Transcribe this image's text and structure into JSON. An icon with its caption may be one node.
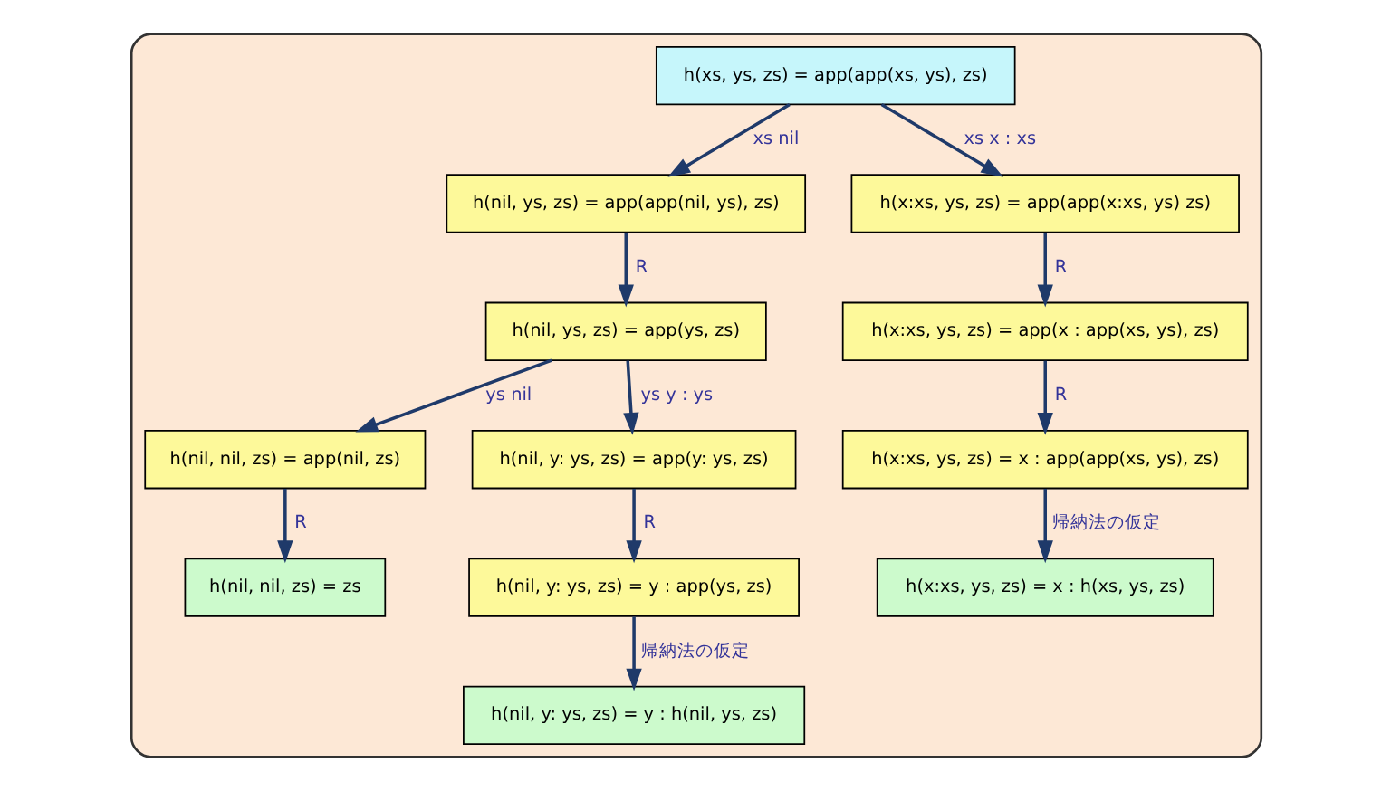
{
  "diagram": {
    "nodes": [
      {
        "text": [],
        "shape": "box"
      },
      {
        "text": [
          "h(xs, ys, zs) = app(app(xs, ys), zs)"
        ],
        "in": 0
      },
      {
        "text": [
          "h(nil, ys, zs) = app(app(nil, ys), zs)"
        ],
        "in": 0
      },
      {
        "text": [
          "h(x:xs, ys, zs) = app(app(x:xs, ys) zs)"
        ],
        "in": 0
      },
      {
        "text": [
          "h(nil, ys, zs) = app(ys, zs)"
        ],
        "in": 0
      },
      {
        "text": [
          "h(x:xs, ys, zs) = app(x : app(xs, ys), zs)"
        ],
        "in": 0
      },
      {
        "text": [
          "h(nil, nil, zs) = app(nil, zs)"
        ],
        "in": 0
      },
      {
        "text": [
          "h(nil, y: ys, zs) = app(y: ys, zs)"
        ],
        "in": 0
      },
      {
        "text": [
          "h(x:xs, ys, zs) = x : app(app(xs, ys), zs)"
        ],
        "in": 0
      },
      {
        "text": [
          "h(nil, nil, zs) = zs"
        ],
        "in": 0
      },
      {
        "text": [
          "h(nil, y: ys, zs) = y : app(ys, zs)"
        ],
        "in": 0
      },
      {
        "text": [
          "h(x:xs, ys, zs) = x : h(xs, ys, zs)"
        ],
        "in": 0
      },
      {
        "text": [
          "h(nil, y: ys, zs) = y : h(nil, ys, zs)"
        ],
        "in": 0
      }
    ],
    "edges": [
      {
        "from": 1,
        "to": 2,
        "arrow": "to",
        "label": "xs nil"
      },
      {
        "from": 1,
        "to": 3,
        "arrow": "to",
        "label": "xs x : xs"
      },
      {
        "from": 2,
        "to": 4,
        "arrow": "to",
        "label": "R"
      },
      {
        "from": 3,
        "to": 5,
        "arrow": "to",
        "label": "R"
      },
      {
        "from": 4,
        "to": 6,
        "arrow": "to",
        "label": "ys nil"
      },
      {
        "from": 4,
        "to": 7,
        "arrow": "to",
        "label": "ys y : ys"
      },
      {
        "from": 5,
        "to": 8,
        "arrow": "to",
        "label": "R"
      },
      {
        "from": 6,
        "to": 9,
        "arrow": "to",
        "label": "R"
      },
      {
        "from": 7,
        "to": 10,
        "arrow": "to",
        "label": "R"
      },
      {
        "from": 8,
        "to": 11,
        "arrow": "to",
        "label": "帰納法の仮定"
      },
      {
        "from": 10,
        "to": 12,
        "arrow": "to",
        "label": "帰納法の仮定"
      }
    ]
  }
}
